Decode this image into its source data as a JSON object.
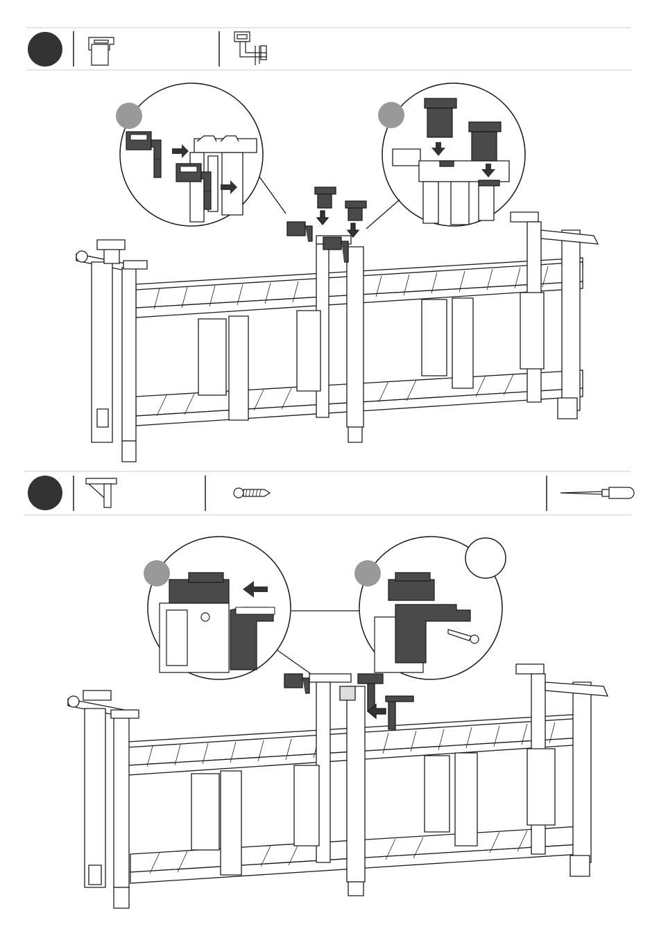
{
  "document": {
    "type": "assembly-instructions",
    "steps": [
      {
        "step_badge": "dark-circle",
        "parts": [
          "corner-connector-part-icon",
          "bracket-clip-part-icon"
        ],
        "detail_callouts": [
          "sub-step-marker-a",
          "sub-step-marker-b"
        ]
      },
      {
        "step_badge": "dark-circle",
        "parts": [
          "l-bracket-part-icon",
          "screw-part-icon"
        ],
        "tools": [
          "screwdriver-icon"
        ],
        "detail_callouts": [
          "sub-step-marker-a",
          "sub-step-marker-b",
          "empty-quantity-circle"
        ]
      }
    ]
  },
  "colors": {
    "ink": "#1a1a1a",
    "badge": "#333333",
    "callout_marker": "#999999",
    "highlight_part": "#4a4a4a",
    "rule": "#cccccc"
  }
}
